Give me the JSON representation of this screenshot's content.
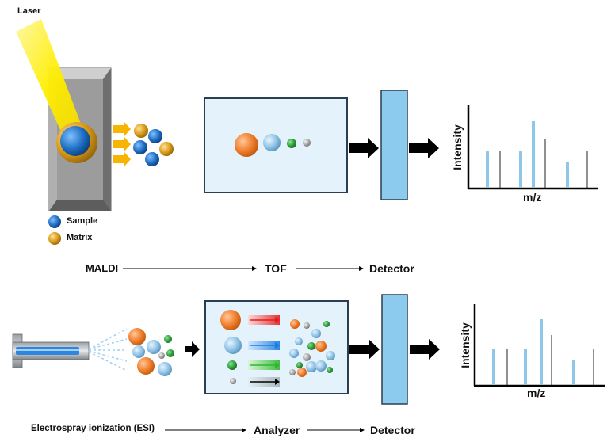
{
  "maldi": {
    "laser_label": "Laser",
    "legend": [
      {
        "label": "Sample",
        "color": "#1f6fc4"
      },
      {
        "label": "Matrix",
        "color": "#d99a18"
      }
    ],
    "flow": [
      "MALDI",
      "TOF",
      "Detector"
    ],
    "spectrum": {
      "ylabel": "Intensity",
      "xlabel": "m/z"
    }
  },
  "esi": {
    "flow": [
      "Electrospray ionization (ESI)",
      "Analyzer",
      "Detector"
    ],
    "spectrum": {
      "ylabel": "Intensity",
      "xlabel": "m/z"
    }
  },
  "colors": {
    "orange": "#f07d2b",
    "light_blue": "#8fc3e6",
    "green": "#2e9e3a",
    "grey": "#a8a8a8",
    "chamber": "#e4f3fb",
    "detector": "#8ccbee",
    "peak": "#8ec7ea"
  }
}
